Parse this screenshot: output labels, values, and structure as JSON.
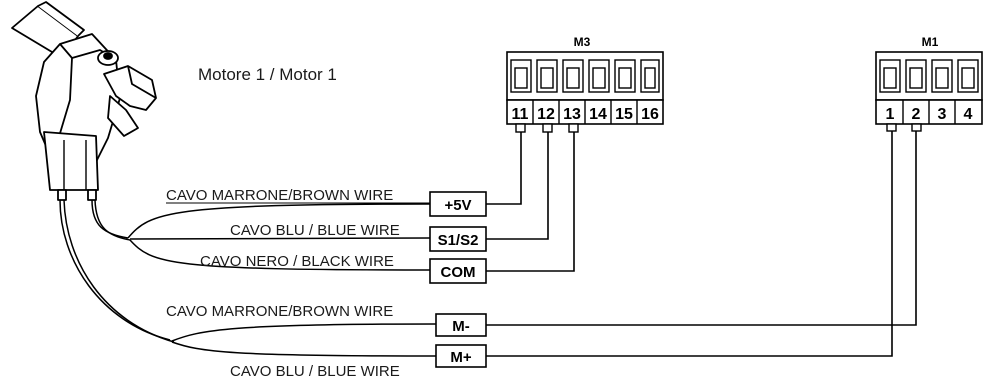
{
  "title": "Motore 1 / Motor 1",
  "blocks": {
    "m3": {
      "name": "M3",
      "terminals": [
        "11",
        "12",
        "13",
        "14",
        "15",
        "16"
      ]
    },
    "m1": {
      "name": "M1",
      "terminals": [
        "1",
        "2",
        "3",
        "4"
      ]
    }
  },
  "connections": [
    {
      "wire": "CAVO MARRONE/BROWN WIRE",
      "tag": "+5V",
      "terminal": "11"
    },
    {
      "wire": "CAVO BLU / BLUE WIRE",
      "tag": "S1/S2",
      "terminal": "12"
    },
    {
      "wire": "CAVO NERO / BLACK WIRE",
      "tag": "COM",
      "terminal": "13"
    },
    {
      "wire": "CAVO MARRONE/BROWN WIRE",
      "tag": "M-",
      "terminal": "2"
    },
    {
      "wire": "CAVO BLU / BLUE WIRE",
      "tag": "M+",
      "terminal": "1"
    }
  ]
}
